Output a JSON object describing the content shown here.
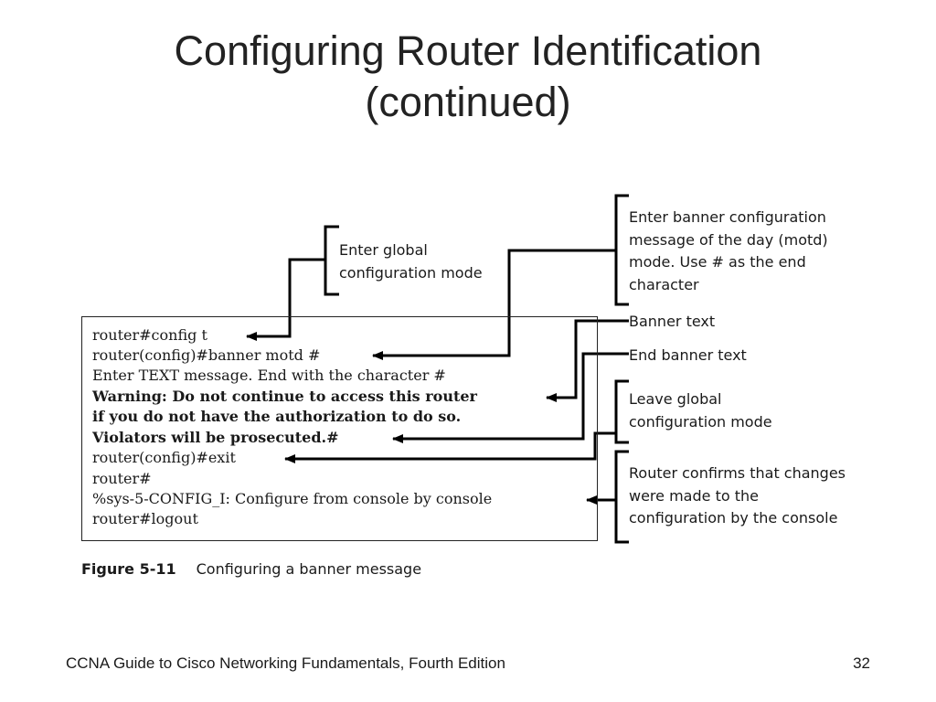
{
  "slide": {
    "title_line1": "Configuring Router Identification",
    "title_line2": "(continued)"
  },
  "code": {
    "lines": [
      "router#config t",
      "router(config)#banner motd #",
      "Enter TEXT message. End with the character #",
      "Warning: Do not continue to access this router",
      "if you do not have the authorization to do so.",
      "Violators will be prosecuted.#",
      "router(config)#exit",
      "router#",
      "%sys-5-CONFIG_I: Configure from console by console",
      "router#logout"
    ]
  },
  "callouts": {
    "global_config": [
      "Enter global",
      "configuration mode"
    ],
    "banner_config": [
      "Enter banner configuration",
      "message of the day (motd)",
      "mode. Use # as the end",
      "character"
    ],
    "banner_text": "Banner text",
    "end_banner": "End banner text",
    "leave_global": [
      "Leave global",
      "configuration mode"
    ],
    "confirm": [
      "Router confirms that changes",
      "were made to the",
      "configuration by the console"
    ]
  },
  "caption": {
    "figure_number": "Figure 5-11",
    "text": "Configuring a banner message"
  },
  "footer": {
    "book": "CCNA Guide to Cisco Networking Fundamentals, Fourth Edition",
    "page": "32"
  }
}
